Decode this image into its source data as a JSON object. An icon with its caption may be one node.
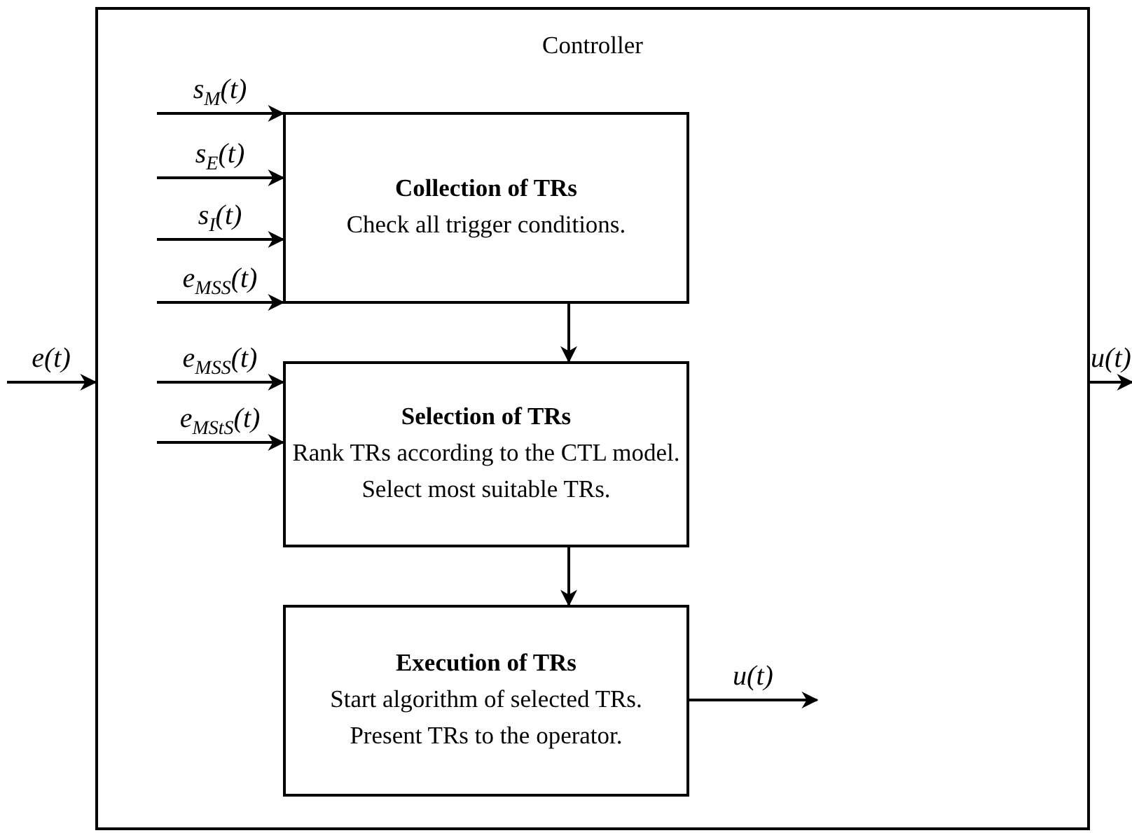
{
  "diagram": {
    "nodes": [
      {
        "text": [
          "Controller"
        ]
      },
      {
        "text": [
          "Collection of TRs",
          "Check all trigger conditions."
        ],
        "in": 0
      },
      {
        "text": [
          "Selection of TRs",
          "Rank TRs according to the CTL model.",
          "Select most suitable TRs."
        ],
        "in": 0
      },
      {
        "text": [
          "Execution of TRs",
          "Start algorithm of selected TRs.",
          "Present TRs to the operator."
        ],
        "in": 0
      }
    ],
    "edges": [
      {
        "from": null,
        "to": 1,
        "arrow": "to",
        "label": "s$_{M}$(t)"
      },
      {
        "from": null,
        "to": 1,
        "arrow": "to",
        "label": "s$_{E}$(t)"
      },
      {
        "from": null,
        "to": 1,
        "arrow": "to",
        "label": "s$_{I}$(t)"
      },
      {
        "from": null,
        "to": 1,
        "arrow": "to",
        "label": "e$_{MSS}$(t)"
      },
      {
        "from": 1,
        "to": 2,
        "arrow": "to"
      },
      {
        "from": null,
        "to": 2,
        "arrow": "to",
        "label": "e$_{MSS}$(t)"
      },
      {
        "from": null,
        "to": 2,
        "arrow": "to",
        "label": "e$_{MStS}$(t)"
      },
      {
        "from": 2,
        "to": 3,
        "arrow": "to"
      },
      {
        "from": 3,
        "to": null,
        "arrow": "to",
        "label": "u(t)"
      },
      {
        "from": null,
        "to": 0,
        "arrow": "to",
        "label": "e(t)"
      },
      {
        "from": 0,
        "to": null,
        "arrow": "to",
        "label": "u(t)"
      }
    ]
  }
}
